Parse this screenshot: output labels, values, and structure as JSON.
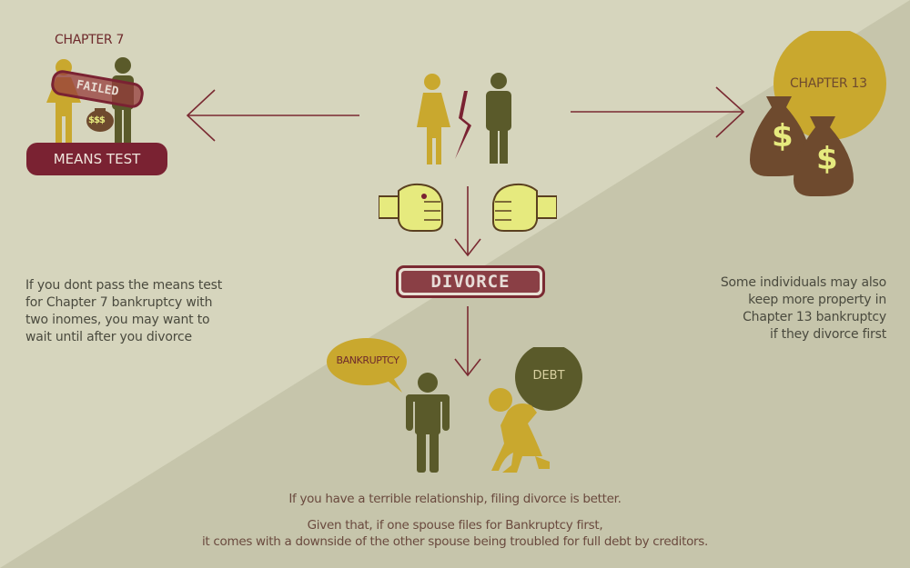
{
  "colors": {
    "bg_light": "#d6d5bd",
    "bg_dark": "#c6c5ab",
    "maroon": "#7a2232",
    "olive": "#5a5a2a",
    "mustard": "#c9a82e",
    "fist_yellow": "#e6ea7e",
    "bag_brown": "#6e4a2e",
    "arrow": "#7a2a32"
  },
  "chapter7": {
    "title": "CHAPTER 7",
    "stamp": "FAILED",
    "bag_label": "$$$",
    "means_test_label": "MEANS TEST",
    "description": [
      "If you dont pass the means test",
      "for Chapter 7 bankruptcy with",
      "two inomes, you may want to",
      "wait until after you divorce"
    ]
  },
  "chapter13": {
    "title": "CHAPTER 13",
    "bag_symbol": "$",
    "description": [
      "Some individuals may also",
      "keep more property in",
      "Chapter 13 bankruptcy",
      "if they divorce first"
    ]
  },
  "center": {
    "divorce_label": "DIVORCE",
    "bankruptcy_bubble": "BANKRUPTCY",
    "debt_ball": "DEBT"
  },
  "footer": {
    "line1": "If you have a terrible relationship, filing divorce is better.",
    "line2": "Given that, if one spouse files for Bankruptcy first,",
    "line3": "it comes with a downside of the other spouse being troubled for full debt by creditors."
  }
}
